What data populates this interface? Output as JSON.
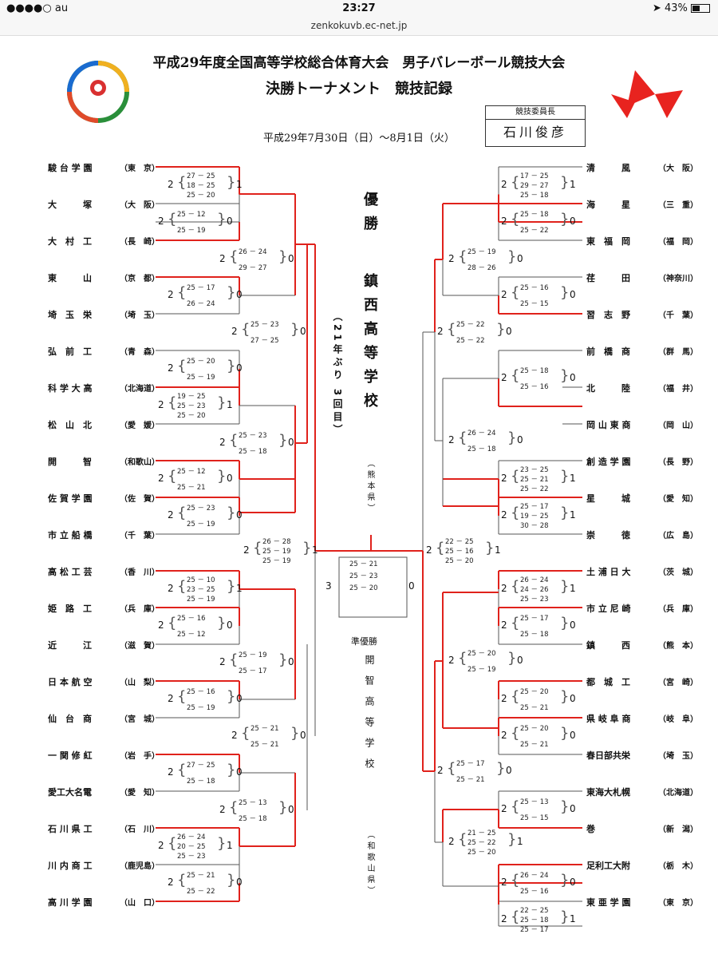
{
  "status_bar": {
    "carrier": "●●●●○ au",
    "time": "23:27",
    "battery": "43%"
  },
  "browser": {
    "url": "zenkokuvb.ec-net.jp"
  },
  "header": {
    "title_line1": "平成29年度全国高等学校総合体育大会　男子バレーボール競技大会",
    "title_line2": "決勝トーナメント　競技記録",
    "dates": "平成29年7月30日（日）〜8月1日（火）",
    "committee_label": "競技委員長",
    "committee_name": "石川俊彦"
  },
  "left_teams": [
    {
      "name": "駿 台 学 園",
      "pref": "（東　京）"
    },
    {
      "name": "大　　　塚",
      "pref": "（大　阪）"
    },
    {
      "name": "大　村　工",
      "pref": "（長　崎）"
    },
    {
      "name": "東　　　山",
      "pref": "（京　都）"
    },
    {
      "name": "埼　玉　栄",
      "pref": "（埼　玉）"
    },
    {
      "name": "弘　前　工",
      "pref": "（青　森）"
    },
    {
      "name": "科 学 大 高",
      "pref": "（北海道）"
    },
    {
      "name": "松　山　北",
      "pref": "（愛　媛）"
    },
    {
      "name": "開　　　智",
      "pref": "（和歌山）"
    },
    {
      "name": "佐 賀 学 園",
      "pref": "（佐　賀）"
    },
    {
      "name": "市 立 船 橋",
      "pref": "（千　葉）"
    },
    {
      "name": "高 松 工 芸",
      "pref": "（香　川）"
    },
    {
      "name": "姫　路　工",
      "pref": "（兵　庫）"
    },
    {
      "name": "近　　　江",
      "pref": "（滋　賀）"
    },
    {
      "name": "日 本 航 空",
      "pref": "（山　梨）"
    },
    {
      "name": "仙　台　商",
      "pref": "（宮　城）"
    },
    {
      "name": "一 関 修 紅",
      "pref": "（岩　手）"
    },
    {
      "name": "愛工大名電",
      "pref": "（愛　知）"
    },
    {
      "name": "石 川 県 工",
      "pref": "（石　川）"
    },
    {
      "name": "川 内 商 工",
      "pref": "（鹿児島）"
    },
    {
      "name": "高 川 学 園",
      "pref": "（山　口）"
    }
  ],
  "right_teams": [
    {
      "name": "清　　　風",
      "pref": "（大　阪）"
    },
    {
      "name": "海　　　星",
      "pref": "（三　重）"
    },
    {
      "name": "東　福　岡",
      "pref": "（福　岡）"
    },
    {
      "name": "荏　　　田",
      "pref": "（神奈川）"
    },
    {
      "name": "習　志　野",
      "pref": "（千　葉）"
    },
    {
      "name": "前　橋　商",
      "pref": "（群　馬）"
    },
    {
      "name": "北　　　陸",
      "pref": "（福　井）"
    },
    {
      "name": "岡 山 東 商",
      "pref": "（岡　山）"
    },
    {
      "name": "創 造 学 園",
      "pref": "（長　野）"
    },
    {
      "name": "星　　　城",
      "pref": "（愛　知）"
    },
    {
      "name": "崇　　　徳",
      "pref": "（広　島）"
    },
    {
      "name": "土 浦 日 大",
      "pref": "（茨　城）"
    },
    {
      "name": "市 立 尼 崎",
      "pref": "（兵　庫）"
    },
    {
      "name": "鎮　　　西",
      "pref": "（熊　本）"
    },
    {
      "name": "都　城　工",
      "pref": "（宮　崎）"
    },
    {
      "name": "県 岐 阜 商",
      "pref": "（岐　阜）"
    },
    {
      "name": "春日部共栄",
      "pref": "（埼　玉）"
    },
    {
      "name": "東海大札幌",
      "pref": "（北海道）"
    },
    {
      "name": "巻",
      "pref": "（新　潟）"
    },
    {
      "name": "足利工大附",
      "pref": "（栃　木）"
    },
    {
      "name": "東 亜 学 園",
      "pref": "（東　京）"
    }
  ],
  "left_scores": [
    {
      "id": "L1",
      "w": "2",
      "l": "1",
      "sets": [
        "27 － 25",
        "18 － 25",
        "25 － 20"
      ]
    },
    {
      "id": "L2",
      "w": "2",
      "l": "0",
      "sets": [
        "25 － 12",
        "25 － 19"
      ]
    },
    {
      "id": "L3",
      "w": "2",
      "l": "0",
      "sets": [
        "26 － 24",
        "29 － 27"
      ]
    },
    {
      "id": "L4",
      "w": "2",
      "l": "0",
      "sets": [
        "25 － 17",
        "26 － 24"
      ]
    },
    {
      "id": "L5",
      "w": "2",
      "l": "0",
      "sets": [
        "25 － 23",
        "27 － 25"
      ]
    },
    {
      "id": "L6",
      "w": "2",
      "l": "0",
      "sets": [
        "25 － 20",
        "25 － 19"
      ]
    },
    {
      "id": "L7",
      "w": "2",
      "l": "1",
      "sets": [
        "19 － 25",
        "25 － 23",
        "25 － 20"
      ]
    },
    {
      "id": "L8",
      "w": "2",
      "l": "0",
      "sets": [
        "25 － 23",
        "25 － 18"
      ]
    },
    {
      "id": "L9",
      "w": "2",
      "l": "0",
      "sets": [
        "25 － 12",
        "25 － 21"
      ]
    },
    {
      "id": "L10",
      "w": "2",
      "l": "0",
      "sets": [
        "25 － 23",
        "25 － 19"
      ]
    },
    {
      "id": "L11",
      "w": "2",
      "l": "1",
      "sets": [
        "26 － 28",
        "25 － 19",
        "25 － 19"
      ]
    },
    {
      "id": "L12",
      "w": "2",
      "l": "1",
      "sets": [
        "25 － 10",
        "23 － 25",
        "25 － 19"
      ]
    },
    {
      "id": "L13",
      "w": "2",
      "l": "0",
      "sets": [
        "25 － 16",
        "25 － 12"
      ]
    },
    {
      "id": "L14",
      "w": "2",
      "l": "0",
      "sets": [
        "25 － 19",
        "25 － 17"
      ]
    },
    {
      "id": "L15",
      "w": "2",
      "l": "0",
      "sets": [
        "25 － 16",
        "25 － 19"
      ]
    },
    {
      "id": "L16",
      "w": "2",
      "l": "0",
      "sets": [
        "25 － 21",
        "25 － 21"
      ]
    },
    {
      "id": "L17",
      "w": "2",
      "l": "0",
      "sets": [
        "27 － 25",
        "25 － 18"
      ]
    },
    {
      "id": "L18",
      "w": "2",
      "l": "0",
      "sets": [
        "25 － 13",
        "25 － 18"
      ]
    },
    {
      "id": "L19",
      "w": "2",
      "l": "1",
      "sets": [
        "26 － 24",
        "20 － 25",
        "25 － 23"
      ]
    },
    {
      "id": "L20",
      "w": "2",
      "l": "0",
      "sets": [
        "25 － 21",
        "25 － 22"
      ]
    }
  ],
  "right_scores": [
    {
      "id": "R1",
      "w": "2",
      "l": "1",
      "sets": [
        "17 － 25",
        "29 － 27",
        "25 － 18"
      ]
    },
    {
      "id": "R2",
      "w": "2",
      "l": "0",
      "sets": [
        "25 － 18",
        "25 － 22"
      ]
    },
    {
      "id": "R3",
      "w": "2",
      "l": "0",
      "sets": [
        "25 － 19",
        "28 － 26"
      ]
    },
    {
      "id": "R4",
      "w": "2",
      "l": "0",
      "sets": [
        "25 － 16",
        "25 － 15"
      ]
    },
    {
      "id": "R5",
      "w": "2",
      "l": "0",
      "sets": [
        "25 － 22",
        "25 － 22"
      ]
    },
    {
      "id": "R6",
      "w": "2",
      "l": "0",
      "sets": [
        "25 － 18",
        "25 － 16"
      ]
    },
    {
      "id": "R7",
      "w": "2",
      "l": "0",
      "sets": [
        "26 － 24",
        "25 － 18"
      ]
    },
    {
      "id": "R8",
      "w": "2",
      "l": "1",
      "sets": [
        "23 － 25",
        "25 － 21",
        "25 － 22"
      ]
    },
    {
      "id": "R9",
      "w": "2",
      "l": "1",
      "sets": [
        "25 － 17",
        "19 － 25",
        "30 － 28"
      ]
    },
    {
      "id": "R10",
      "w": "2",
      "l": "1",
      "sets": [
        "22 － 25",
        "25 － 16",
        "25 － 20"
      ]
    },
    {
      "id": "R11",
      "w": "2",
      "l": "1",
      "sets": [
        "26 － 24",
        "24 － 26",
        "25 － 23"
      ]
    },
    {
      "id": "R12",
      "w": "2",
      "l": "0",
      "sets": [
        "25 － 17",
        "25 － 18"
      ]
    },
    {
      "id": "R13",
      "w": "2",
      "l": "0",
      "sets": [
        "25 － 20",
        "25 － 19"
      ]
    },
    {
      "id": "R14",
      "w": "2",
      "l": "0",
      "sets": [
        "25 － 20",
        "25 － 21"
      ]
    },
    {
      "id": "R15",
      "w": "2",
      "l": "0",
      "sets": [
        "25 － 20",
        "25 － 21"
      ]
    },
    {
      "id": "R16",
      "w": "2",
      "l": "0",
      "sets": [
        "25 － 17",
        "25 － 21"
      ]
    },
    {
      "id": "R17",
      "w": "2",
      "l": "0",
      "sets": [
        "25 － 13",
        "25 － 15"
      ]
    },
    {
      "id": "R18",
      "w": "2",
      "l": "1",
      "sets": [
        "21 － 25",
        "25 － 22",
        "25 － 20"
      ]
    },
    {
      "id": "R19",
      "w": "2",
      "l": "0",
      "sets": [
        "26 － 24",
        "25 － 16"
      ]
    },
    {
      "id": "R20",
      "w": "2",
      "l": "1",
      "sets": [
        "22 － 25",
        "25 － 18",
        "25 － 17"
      ]
    }
  ],
  "final": {
    "w": "3",
    "l": "0",
    "sets": [
      "25 － 21",
      "25 － 23",
      "25 － 20"
    ]
  },
  "champion": {
    "label": "優勝",
    "name": "鎮西高等学校",
    "pref": "（熊本県）",
    "note": "（21年ぶり 3回目）"
  },
  "runner_up": {
    "label": "準優勝",
    "name": "開智高等学校",
    "pref": "（和歌山県）"
  },
  "colors": {
    "winner_line": "#e0221c",
    "bracket_line": "#555555",
    "logo_red": "#e8231f"
  }
}
